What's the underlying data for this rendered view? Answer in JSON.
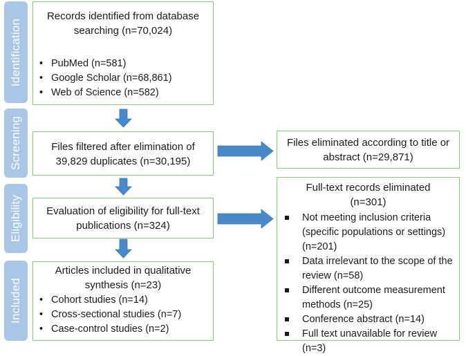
{
  "stages": {
    "identification": "Identification",
    "screening": "Screening",
    "eligibility": "Eligibility",
    "included": "Included"
  },
  "identification": {
    "line1": "Records identified from database",
    "line2": "searching (n=70,024)",
    "sources": [
      "PubMed (n=581)",
      "Google Scholar (n=68,861)",
      "Web of Science (n=582)"
    ]
  },
  "screening": {
    "line1": "Files filtered after elimination of",
    "line2": "39,829 duplicates (n=30,195)"
  },
  "screening_excluded": {
    "line1": "Files eliminated according to title or",
    "line2": "abstract (n=29,871)"
  },
  "eligibility": {
    "line1": "Evaluation of eligibility for full-text",
    "line2": "publications (n=324)"
  },
  "eligibility_excluded": {
    "line1": "Full-text records eliminated",
    "line2": "(n=301)",
    "reasons": [
      [
        "Not meeting inclusion criteria",
        "(specific populations or settings)",
        "(n=201)"
      ],
      [
        "Data irrelevant to the scope of the",
        "review (n=58)"
      ],
      [
        "Different outcome measurement",
        "methods (n=25)"
      ],
      [
        "Conference abstract (n=14)"
      ],
      [
        "Full text unavailable for review",
        "(n=3)"
      ]
    ]
  },
  "included": {
    "line1": "Articles included in qualitative",
    "line2": "synthesis (n=23)",
    "types": [
      "Cohort studies (n=14)",
      "Cross-sectional studies (n=7)",
      "Case-control studies (n=2)"
    ]
  },
  "colors": {
    "stage": "#a9c6e6",
    "border": "#8fc47d",
    "arrow": "#4a89c9"
  }
}
